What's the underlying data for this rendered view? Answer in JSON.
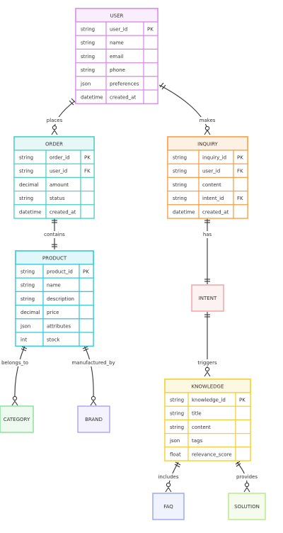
{
  "entities": {
    "user": {
      "name": "USER",
      "rows": [
        [
          "string",
          "user_id",
          "PK"
        ],
        [
          "string",
          "name",
          ""
        ],
        [
          "string",
          "email",
          ""
        ],
        [
          "string",
          "phone",
          ""
        ],
        [
          "json",
          "preferences",
          ""
        ],
        [
          "datetime",
          "created_at",
          ""
        ]
      ]
    },
    "order": {
      "name": "ORDER",
      "rows": [
        [
          "string",
          "order_id",
          "PK"
        ],
        [
          "string",
          "user_id",
          "FK"
        ],
        [
          "decimal",
          "amount",
          ""
        ],
        [
          "string",
          "status",
          ""
        ],
        [
          "datetime",
          "created_at",
          ""
        ]
      ]
    },
    "inquiry": {
      "name": "INQUIRY",
      "rows": [
        [
          "string",
          "inquiry_id",
          "PK"
        ],
        [
          "string",
          "user_id",
          "FK"
        ],
        [
          "string",
          "content",
          ""
        ],
        [
          "string",
          "intent_id",
          "FK"
        ],
        [
          "datetime",
          "created_at",
          ""
        ]
      ]
    },
    "product": {
      "name": "PRODUCT",
      "rows": [
        [
          "string",
          "product_id",
          "PK"
        ],
        [
          "string",
          "name",
          ""
        ],
        [
          "string",
          "description",
          ""
        ],
        [
          "decimal",
          "price",
          ""
        ],
        [
          "json",
          "attributes",
          ""
        ],
        [
          "int",
          "stock",
          ""
        ]
      ]
    },
    "knowledge": {
      "name": "KNOWLEDGE",
      "rows": [
        [
          "string",
          "knowledge_id",
          "PK"
        ],
        [
          "string",
          "title",
          ""
        ],
        [
          "string",
          "content",
          ""
        ],
        [
          "json",
          "tags",
          ""
        ],
        [
          "float",
          "relevance_score",
          ""
        ]
      ]
    },
    "intent": {
      "name": "INTENT"
    },
    "category": {
      "name": "CATEGORY"
    },
    "brand": {
      "name": "BRAND"
    },
    "faq": {
      "name": "FAQ"
    },
    "solution": {
      "name": "SOLUTION"
    }
  },
  "relationships": {
    "places": "places",
    "makes": "makes",
    "contains": "contains",
    "has": "has",
    "belongs_to": "belongs_to",
    "manufactured_by": "manufactured_by",
    "triggers": "triggers",
    "includes": "includes",
    "provides": "provides"
  },
  "colors": {
    "user": "#d78ee6",
    "order": "#4fd1c5",
    "inquiry": "#f6a04d",
    "product": "#36c9dc",
    "knowledge": "#f2cf3a",
    "intent": "#f0a5a5",
    "category": "#8ee09e",
    "brand": "#b3a8ee",
    "faq": "#9eaaf0",
    "solution": "#b9eb8a",
    "line": "#333333",
    "text": "#333333"
  }
}
